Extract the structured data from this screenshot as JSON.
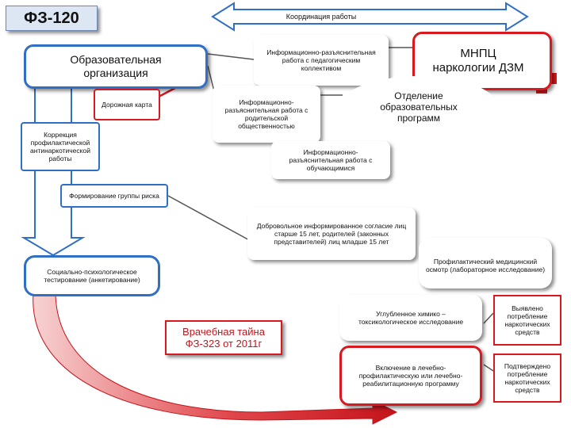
{
  "title": "ФЗ-120",
  "coordination": "Координация работы",
  "edu_org": "Образовательная организация",
  "mnpc": "МНПЦ наркологии ДЗМ",
  "edu_dept": "Отделение образовательных программ",
  "info_teachers": "Информационно-разъяснительная работа с педагогическим коллективом",
  "info_parents": "Информационно-разъяснительная работа с родительской общественностью",
  "info_students": "Информационно-разъяснительная работа с обучающимися",
  "roadmap": "Дорожная карта",
  "correction": "Коррекция профилактической антинаркотической работы",
  "risk_group": "Формирование группы риска",
  "consent": "Добровольное информированное согласие лиц старше 15 лет, родителей (законных представителей) лиц младше 15 лет",
  "social_test": "Социально-психологическое тестирование (анкетирование)",
  "medical_exam": "Профилактический медицинский осмотр (лабораторное исследование)",
  "medical_secret": "Врачебная тайна ФЗ-323 от 2011г",
  "deep_test": "Углубленное химико – токсикологическое исследование",
  "detected": "Выявлено потребление наркотических средств",
  "inclusion": "Включение в лечебно-профилактическую или лечебно-реабилитационную программу",
  "confirmed": "Подтверждено потребление наркотических средств",
  "colors": {
    "blue": "#2f6fc4",
    "red": "#d8191f",
    "arrow_light": "#f4c7c7"
  }
}
